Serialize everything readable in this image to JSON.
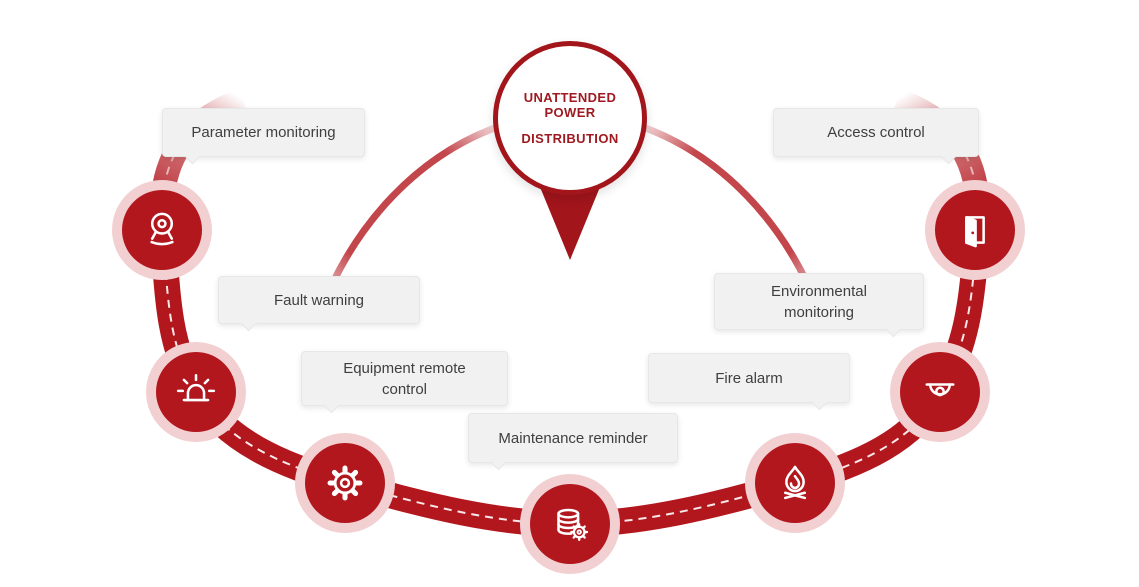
{
  "title": {
    "line1": "UNATTENDED POWER",
    "line2": "DISTRIBUTION"
  },
  "colors": {
    "primary_red": "#b2171e",
    "deep_red": "#a1151b",
    "halo_pink": "#f2d0d2",
    "label_bg": "#f1f1f2",
    "label_text": "#3f3f3f"
  },
  "nodes": [
    {
      "label": "Parameter monitoring",
      "icon": "webcam-icon"
    },
    {
      "label": "Fault warning",
      "icon": "siren-icon"
    },
    {
      "label": "Equipment remote control",
      "icon": "gear-icon"
    },
    {
      "label": "Maintenance reminder",
      "icon": "database-gear-icon"
    },
    {
      "label": "Fire alarm",
      "icon": "campfire-icon"
    },
    {
      "label": "Environmental monitoring",
      "icon": "dome-camera-icon"
    },
    {
      "label": "Access control",
      "icon": "open-door-icon"
    }
  ]
}
